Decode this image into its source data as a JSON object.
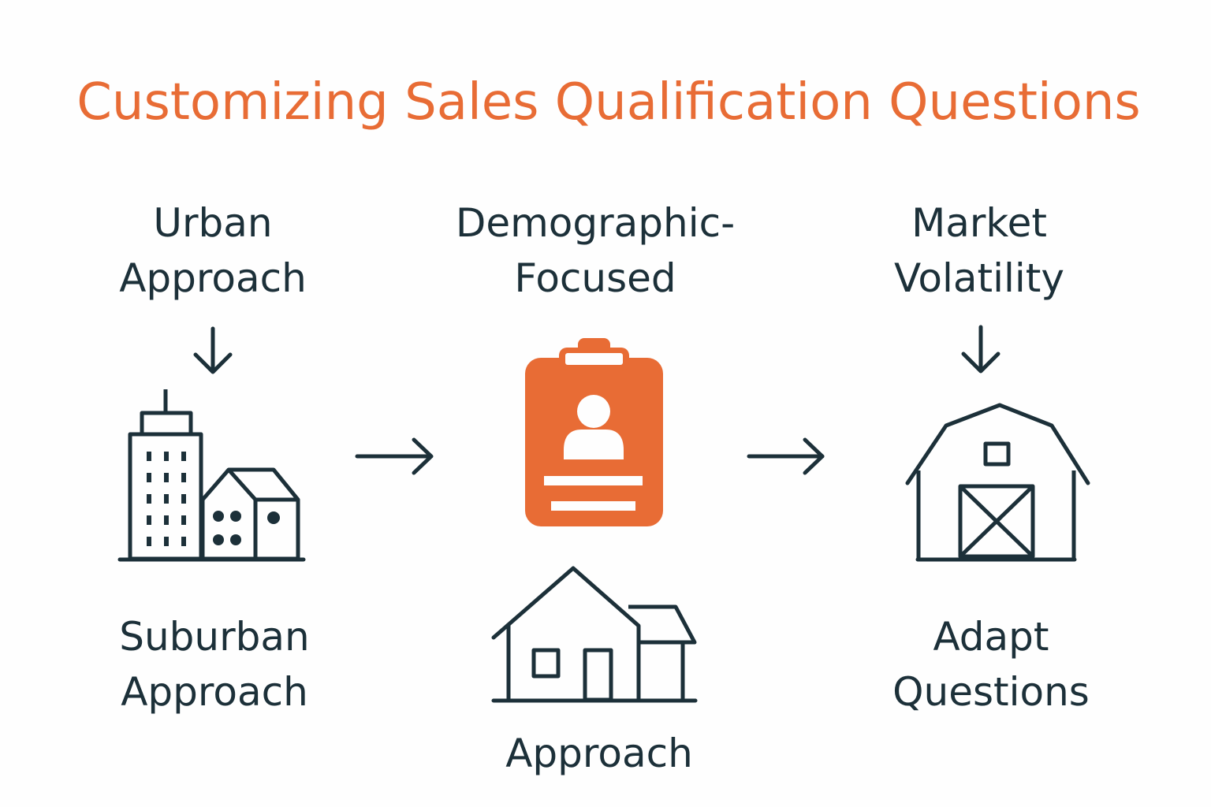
{
  "title": "Customizing Sales Qualification Questions",
  "colors": {
    "accent": "#e86c35",
    "ink": "#1c3039",
    "background": "#fefefe"
  },
  "labels": {
    "urban": [
      "Urban",
      "Approach"
    ],
    "suburban": [
      "Suburban",
      "Approach"
    ],
    "demographic": [
      "Demographic-",
      "Focused"
    ],
    "approach": "Approach",
    "market": [
      "Market",
      "Volatility"
    ],
    "adapt": [
      "Adapt",
      "Questions"
    ]
  },
  "icons": {
    "city": "city-buildings-icon",
    "profile": "clipboard-profile-icon",
    "house": "house-icon",
    "barn": "barn-icon",
    "arrow_down": "arrow-down-icon",
    "arrow_right": "arrow-right-icon"
  }
}
